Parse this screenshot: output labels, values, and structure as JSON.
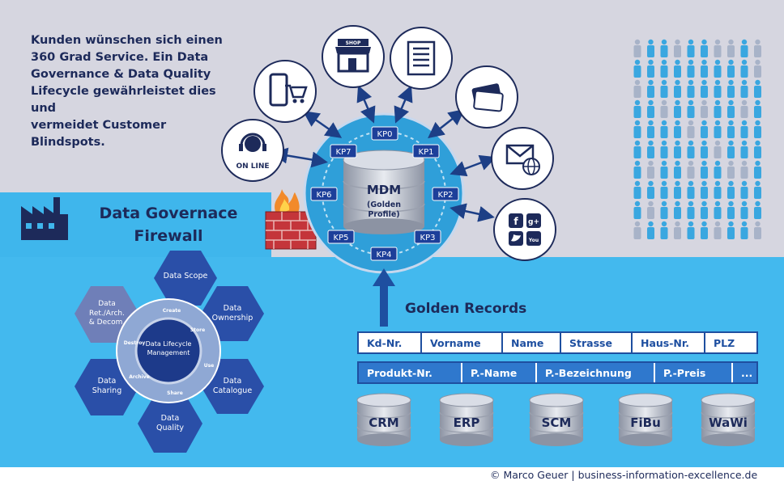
{
  "intro_text": [
    "Kunden wünschen sich einen",
    "360 Grad Service. Ein Data",
    "Governance & Data Quality",
    "Lifecycle gewährleistet dies und",
    "vermeidet Customer Blindspots."
  ],
  "firewall_title": [
    "Data Governace",
    "Firewall"
  ],
  "mdm": {
    "title": "MDM",
    "subtitle_1": "(Golden",
    "subtitle_2": "Profile)"
  },
  "touchpoints": [
    "KP0",
    "KP1",
    "KP2",
    "KP3",
    "KP4",
    "KP5",
    "KP6",
    "KP7"
  ],
  "channels": {
    "online_label": "ON LINE",
    "shop_label": "SHOP"
  },
  "golden_records": {
    "title": "Golden Records",
    "customer_columns": [
      "Kd-Nr.",
      "Vorname",
      "Name",
      "Strasse",
      "Haus-Nr.",
      "PLZ"
    ],
    "product_columns": [
      "Produkt-Nr.",
      "P.-Name",
      "P.-Bezeichnung",
      "P.-Preis",
      "..."
    ]
  },
  "source_systems": [
    "CRM",
    "ERP",
    "SCM",
    "FiBu",
    "WaWi"
  ],
  "lifecycle": {
    "center_1": "Data Lifecycle",
    "center_2": "Management",
    "ring_steps": [
      "Create",
      "Store",
      "Use",
      "Share",
      "Archive",
      "Destroy"
    ],
    "hexagons": [
      [
        "Data Scope"
      ],
      [
        "Data",
        "Ownership"
      ],
      [
        "Data",
        "Catalogue"
      ],
      [
        "Data",
        "Quality"
      ],
      [
        "Data",
        "Sharing"
      ],
      [
        "Data",
        "Ret./Arch.",
        "& Decom."
      ]
    ]
  },
  "copyright": "© Marco Geuer | business-information-excellence.de",
  "colors": {
    "navy": "#1d2a5a",
    "hex_blue": "#2a4fa8",
    "hex_grey": "#6f7fb8",
    "people_blue": "#3aa7e0",
    "people_grey": "#a8b3c8",
    "firewall_red": "#c4353a"
  }
}
